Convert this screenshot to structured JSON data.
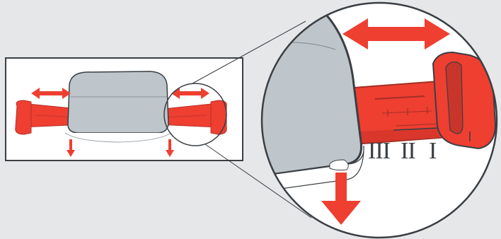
{
  "figure": {
    "background": "#e6e7e8",
    "colors": {
      "accent_red": "#ee3f31",
      "accent_red_dark": "#c8352a",
      "outline_dark": "#3a3f44",
      "panel_white": "#ffffff",
      "device_gray": "#bfc6cb",
      "device_gray_light": "#cfd6da"
    },
    "icons": {
      "horizontal_arrow": "double-headed-arrow",
      "down_arrow": "down-arrow",
      "magnifier": "zoom-circle"
    },
    "size_marks": [
      "III",
      "II",
      "I"
    ]
  }
}
